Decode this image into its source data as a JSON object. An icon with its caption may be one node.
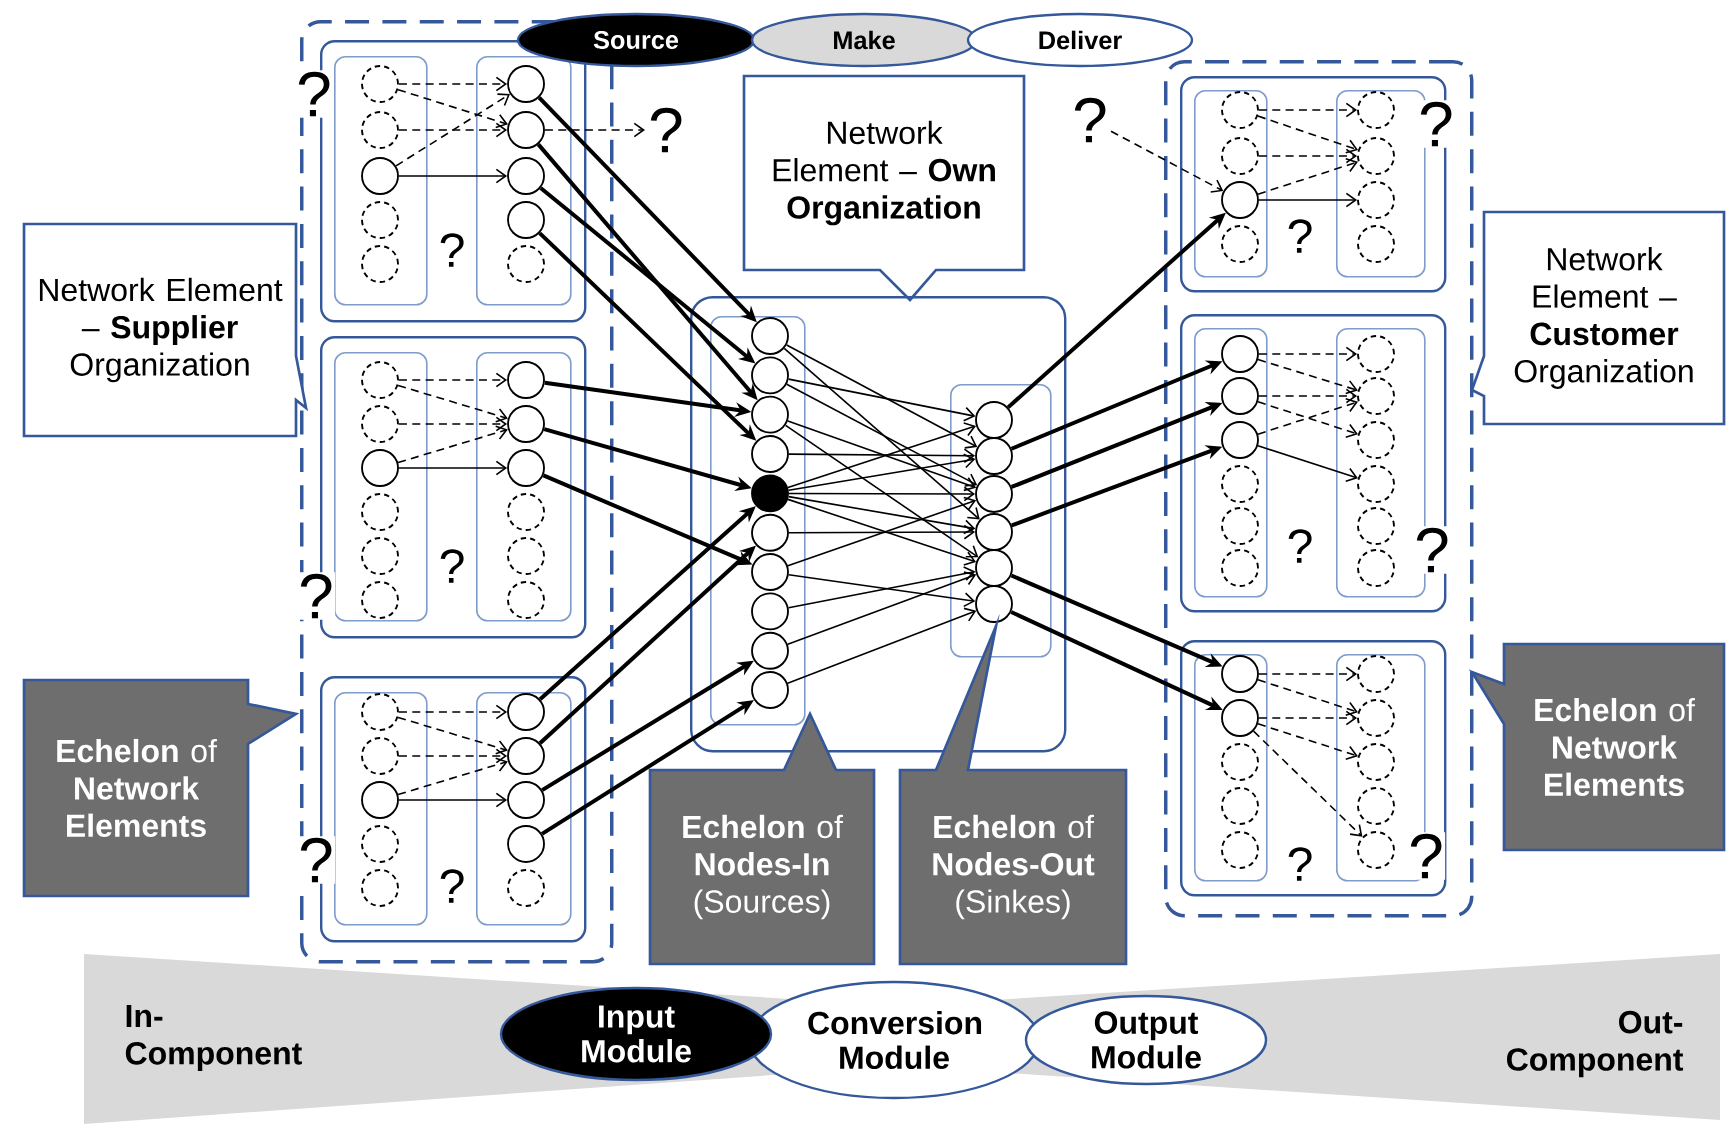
{
  "diagram": {
    "nodes": [
      {
        "text": [
          "Source"
        ]
      },
      {
        "text": [
          "Make"
        ]
      },
      {
        "text": [
          "Deliver"
        ]
      },
      {
        "text": [],
        "shape": "box"
      },
      {
        "text": [],
        "shape": "box",
        "in": 3
      },
      {
        "text": [],
        "shape": "box",
        "in": 4
      },
      {
        "text": [],
        "shape": "circle",
        "in": 5
      },
      {
        "text": [],
        "shape": "circle",
        "in": 5
      },
      {
        "text": [],
        "shape": "circle",
        "in": 5
      },
      {
        "text": [],
        "shape": "circle",
        "in": 5
      },
      {
        "text": [],
        "shape": "circle",
        "in": 5
      },
      {
        "text": [],
        "shape": "box",
        "in": 4
      },
      {
        "text": [],
        "shape": "circle",
        "in": 11
      },
      {
        "text": [],
        "shape": "circle",
        "in": 11
      },
      {
        "text": [],
        "shape": "circle",
        "in": 11
      },
      {
        "text": [],
        "shape": "circle",
        "in": 11
      },
      {
        "text": [],
        "shape": "circle",
        "in": 11
      },
      {
        "text": [],
        "shape": "box",
        "in": 3
      },
      {
        "text": [],
        "shape": "box",
        "in": 17
      },
      {
        "text": [],
        "shape": "circle",
        "in": 18
      },
      {
        "text": [],
        "shape": "circle",
        "in": 18
      },
      {
        "text": [],
        "shape": "circle",
        "in": 18
      },
      {
        "text": [],
        "shape": "circle",
        "in": 18
      },
      {
        "text": [],
        "shape": "circle",
        "in": 18
      },
      {
        "text": [],
        "shape": "circle",
        "in": 18
      },
      {
        "text": [],
        "shape": "box",
        "in": 17
      },
      {
        "text": [],
        "shape": "circle",
        "in": 25
      },
      {
        "text": [],
        "shape": "circle",
        "in": 25
      },
      {
        "text": [],
        "shape": "circle",
        "in": 25
      },
      {
        "text": [],
        "shape": "circle",
        "in": 25
      },
      {
        "text": [],
        "shape": "circle",
        "in": 25
      },
      {
        "text": [],
        "shape": "circle",
        "in": 25
      },
      {
        "text": [],
        "shape": "box",
        "in": 3
      },
      {
        "text": [],
        "shape": "box",
        "in": 32
      },
      {
        "text": [],
        "shape": "circle",
        "in": 33
      },
      {
        "text": [],
        "shape": "circle",
        "in": 33
      },
      {
        "text": [],
        "shape": "circle",
        "in": 33
      },
      {
        "text": [],
        "shape": "circle",
        "in": 33
      },
      {
        "text": [],
        "shape": "circle",
        "in": 33
      },
      {
        "text": [],
        "shape": "box",
        "in": 32
      },
      {
        "text": [],
        "shape": "circle",
        "in": 39
      },
      {
        "text": [],
        "shape": "circle",
        "in": 39
      },
      {
        "text": [],
        "shape": "circle",
        "in": 39
      },
      {
        "text": [],
        "shape": "circle",
        "in": 39
      },
      {
        "text": [],
        "shape": "circle",
        "in": 39
      },
      {
        "text": [
          "?"
        ]
      },
      {
        "text": [
          "Network Element – **Own Organization**"
        ]
      },
      {
        "text": [
          "Network Element – **Supplier** Organization"
        ]
      },
      {
        "text": [],
        "shape": "box"
      },
      {
        "text": [],
        "shape": "box",
        "in": 48
      },
      {
        "text": [],
        "shape": "circle",
        "in": 49
      },
      {
        "text": [],
        "shape": "circle",
        "in": 49
      },
      {
        "text": [],
        "shape": "circle",
        "in": 49
      },
      {
        "text": [],
        "shape": "circle",
        "in": 49
      },
      {
        "text": [],
        "shape": "dot",
        "in": 49
      },
      {
        "text": [],
        "shape": "circle",
        "in": 49
      },
      {
        "text": [],
        "shape": "circle",
        "in": 49
      },
      {
        "text": [],
        "shape": "circle",
        "in": 49
      },
      {
        "text": [],
        "shape": "circle",
        "in": 49
      },
      {
        "text": [],
        "shape": "circle",
        "in": 49
      },
      {
        "text": [],
        "shape": "box",
        "in": 48
      },
      {
        "text": [],
        "shape": "circle",
        "in": 60
      },
      {
        "text": [],
        "shape": "circle",
        "in": 60
      },
      {
        "text": [],
        "shape": "circle",
        "in": 60
      },
      {
        "text": [],
        "shape": "circle",
        "in": 60
      },
      {
        "text": [],
        "shape": "circle",
        "in": 60
      },
      {
        "text": [],
        "shape": "circle",
        "in": 60
      },
      {
        "text": [
          "?"
        ]
      },
      {
        "text": [],
        "shape": "box"
      },
      {
        "text": [],
        "shape": "box",
        "in": 68
      },
      {
        "text": [],
        "shape": "box",
        "in": 69
      },
      {
        "text": [],
        "shape": "circle",
        "in": 70
      },
      {
        "text": [],
        "shape": "circle",
        "in": 70
      },
      {
        "text": [],
        "shape": "circle",
        "in": 70
      },
      {
        "text": [],
        "shape": "circle",
        "in": 70
      },
      {
        "text": [],
        "shape": "box",
        "in": 69
      },
      {
        "text": [],
        "shape": "circle",
        "in": 75
      },
      {
        "text": [],
        "shape": "circle",
        "in": 75
      },
      {
        "text": [],
        "shape": "circle",
        "in": 75
      },
      {
        "text": [],
        "shape": "circle",
        "in": 75
      },
      {
        "text": [],
        "shape": "box",
        "in": 68
      },
      {
        "text": [],
        "shape": "box",
        "in": 80
      },
      {
        "text": [],
        "shape": "circle",
        "in": 81
      },
      {
        "text": [],
        "shape": "circle",
        "in": 81
      },
      {
        "text": [],
        "shape": "circle",
        "in": 81
      },
      {
        "text": [],
        "shape": "circle",
        "in": 81
      },
      {
        "text": [],
        "shape": "circle",
        "in": 81
      },
      {
        "text": [],
        "shape": "circle",
        "in": 81
      },
      {
        "text": [],
        "shape": "box",
        "in": 80
      },
      {
        "text": [],
        "shape": "circle",
        "in": 88
      },
      {
        "text": [],
        "shape": "circle",
        "in": 88
      },
      {
        "text": [],
        "shape": "circle",
        "in": 88
      },
      {
        "text": [],
        "shape": "circle",
        "in": 88
      },
      {
        "text": [],
        "shape": "circle",
        "in": 88
      },
      {
        "text": [],
        "shape": "circle",
        "in": 88
      },
      {
        "text": [],
        "shape": "box",
        "in": 68
      },
      {
        "text": [],
        "shape": "box",
        "in": 95
      },
      {
        "text": [],
        "shape": "circle",
        "in": 96
      },
      {
        "text": [],
        "shape": "circle",
        "in": 96
      },
      {
        "text": [],
        "shape": "circle",
        "in": 96
      },
      {
        "text": [],
        "shape": "circle",
        "in": 96
      },
      {
        "text": [],
        "shape": "circle",
        "in": 96
      },
      {
        "text": [],
        "shape": "box",
        "in": 95
      },
      {
        "text": [],
        "shape": "circle",
        "in": 102
      },
      {
        "text": [],
        "shape": "circle",
        "in": 102
      },
      {
        "text": [],
        "shape": "circle",
        "in": 102
      },
      {
        "text": [],
        "shape": "circle",
        "in": 102
      },
      {
        "text": [],
        "shape": "circle",
        "in": 102
      },
      {
        "text": [
          "Network Element – **Customer** Organization"
        ]
      },
      {
        "text": [
          "**Echelon** of **Network Elements**"
        ]
      },
      {
        "text": [
          "**Echelon** of **Nodes-In** (Sources)"
        ]
      },
      {
        "text": [
          "**Echelon** of **Nodes-Out** (Sinkes)"
        ]
      },
      {
        "text": [
          "**Echelon** of **Network Elements**"
        ]
      },
      {
        "text": [
          "In- Component",
          "Out- Component"
        ]
      },
      {
        "text": [
          "Input Module"
        ],
        "in": 113
      },
      {
        "text": [
          "Conversion Module"
        ],
        "in": 113
      },
      {
        "text": [
          "Output Module"
        ],
        "in": 113
      }
    ],
    "edges": [
      {
        "from": 6,
        "to": 12,
        "arrow": "to",
        "style": "dashed"
      },
      {
        "from": 6,
        "to": 13,
        "arrow": "to",
        "style": "dashed"
      },
      {
        "from": 7,
        "to": 13,
        "arrow": "to",
        "style": "dashed"
      },
      {
        "from": 8,
        "to": 12,
        "arrow": "to",
        "style": "dashed"
      },
      {
        "from": 8,
        "to": 14,
        "arrow": "to"
      },
      {
        "from": 13,
        "to": 45,
        "arrow": "to",
        "style": "dashed"
      },
      {
        "from": 19,
        "to": 26,
        "arrow": "to",
        "style": "dashed"
      },
      {
        "from": 19,
        "to": 27,
        "arrow": "to",
        "style": "dashed"
      },
      {
        "from": 20,
        "to": 27,
        "arrow": "to",
        "style": "dashed"
      },
      {
        "from": 21,
        "to": 27,
        "arrow": "to",
        "style": "dashed"
      },
      {
        "from": 21,
        "to": 28,
        "arrow": "to"
      },
      {
        "from": 34,
        "to": 40,
        "arrow": "to",
        "style": "dashed"
      },
      {
        "from": 34,
        "to": 41,
        "arrow": "to",
        "style": "dashed"
      },
      {
        "from": 35,
        "to": 41,
        "arrow": "to",
        "style": "dashed"
      },
      {
        "from": 36,
        "to": 41,
        "arrow": "to",
        "style": "dashed"
      },
      {
        "from": 36,
        "to": 42,
        "arrow": "to"
      },
      {
        "from": 12,
        "to": 50,
        "arrow": "to"
      },
      {
        "from": 13,
        "to": 52,
        "arrow": "to"
      },
      {
        "from": 14,
        "to": 51,
        "arrow": "to"
      },
      {
        "from": 15,
        "to": 53,
        "arrow": "to"
      },
      {
        "from": 26,
        "to": 52,
        "arrow": "to"
      },
      {
        "from": 27,
        "to": 54,
        "arrow": "to"
      },
      {
        "from": 28,
        "to": 56,
        "arrow": "to"
      },
      {
        "from": 40,
        "to": 54,
        "arrow": "to"
      },
      {
        "from": 41,
        "to": 55,
        "arrow": "to"
      },
      {
        "from": 42,
        "to": 58,
        "arrow": "to"
      },
      {
        "from": 43,
        "to": 59,
        "arrow": "to"
      },
      {
        "from": 50,
        "to": 62,
        "arrow": "to"
      },
      {
        "from": 50,
        "to": 64,
        "arrow": "to"
      },
      {
        "from": 51,
        "to": 61,
        "arrow": "to"
      },
      {
        "from": 51,
        "to": 63,
        "arrow": "to"
      },
      {
        "from": 52,
        "to": 63,
        "arrow": "to"
      },
      {
        "from": 52,
        "to": 65,
        "arrow": "to"
      },
      {
        "from": 53,
        "to": 62,
        "arrow": "to"
      },
      {
        "from": 54,
        "to": 61,
        "arrow": "to"
      },
      {
        "from": 54,
        "to": 62,
        "arrow": "to"
      },
      {
        "from": 54,
        "to": 63,
        "arrow": "to"
      },
      {
        "from": 54,
        "to": 64,
        "arrow": "to"
      },
      {
        "from": 54,
        "to": 65,
        "arrow": "to"
      },
      {
        "from": 55,
        "to": 64,
        "arrow": "to"
      },
      {
        "from": 56,
        "to": 63,
        "arrow": "to"
      },
      {
        "from": 56,
        "to": 66,
        "arrow": "to"
      },
      {
        "from": 57,
        "to": 65,
        "arrow": "to"
      },
      {
        "from": 58,
        "to": 65,
        "arrow": "to"
      },
      {
        "from": 59,
        "to": 66,
        "arrow": "to"
      },
      {
        "from": 61,
        "to": 73,
        "arrow": "to"
      },
      {
        "from": 62,
        "to": 82,
        "arrow": "to"
      },
      {
        "from": 63,
        "to": 83,
        "arrow": "to"
      },
      {
        "from": 64,
        "to": 84,
        "arrow": "to"
      },
      {
        "from": 65,
        "to": 97,
        "arrow": "to"
      },
      {
        "from": 66,
        "to": 98,
        "arrow": "to"
      },
      {
        "from": 67,
        "to": 73,
        "arrow": "to",
        "style": "dashed"
      },
      {
        "from": 71,
        "to": 76,
        "arrow": "to",
        "style": "dashed"
      },
      {
        "from": 71,
        "to": 77,
        "arrow": "to",
        "style": "dashed"
      },
      {
        "from": 72,
        "to": 77,
        "arrow": "to",
        "style": "dashed"
      },
      {
        "from": 73,
        "to": 77,
        "arrow": "to",
        "style": "dashed"
      },
      {
        "from": 73,
        "to": 78,
        "arrow": "to"
      },
      {
        "from": 82,
        "to": 89,
        "arrow": "to",
        "style": "dashed"
      },
      {
        "from": 82,
        "to": 90,
        "arrow": "to",
        "style": "dashed"
      },
      {
        "from": 83,
        "to": 90,
        "arrow": "to",
        "style": "dashed"
      },
      {
        "from": 83,
        "to": 91,
        "arrow": "to",
        "style": "dashed"
      },
      {
        "from": 84,
        "to": 90,
        "arrow": "to",
        "style": "dashed"
      },
      {
        "from": 84,
        "to": 92,
        "arrow": "to"
      },
      {
        "from": 97,
        "to": 103,
        "arrow": "to",
        "style": "dashed"
      },
      {
        "from": 97,
        "to": 104,
        "arrow": "to",
        "style": "dashed"
      },
      {
        "from": 98,
        "to": 104,
        "arrow": "to",
        "style": "dashed"
      },
      {
        "from": 98,
        "to": 105,
        "arrow": "to",
        "style": "dashed"
      },
      {
        "from": 98,
        "to": 107,
        "arrow": "to",
        "style": "dashed"
      }
    ],
    "labels": [
      "?",
      "?",
      "?",
      "?",
      "?",
      "?",
      "?",
      "?",
      "?",
      "?",
      "?",
      "?"
    ]
  }
}
